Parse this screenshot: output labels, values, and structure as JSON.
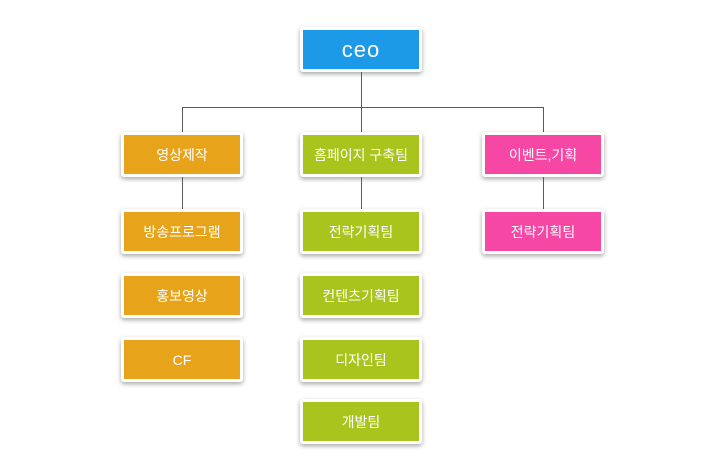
{
  "diagram": {
    "title": "organization-chart",
    "background": "#ffffff",
    "line_color": "#5a5a5a",
    "text_color": "#ffffff",
    "root": {
      "id": "ceo",
      "label": "ceo",
      "color": "#1c9ae8"
    },
    "branches": [
      {
        "id": "video-production",
        "color": "#e7a41a",
        "nodes": [
          {
            "label": "영상제작",
            "connected_to_next": true
          },
          {
            "label": "방송프로그램",
            "connected_to_next": false
          },
          {
            "label": "홍보영상",
            "connected_to_next": false
          },
          {
            "label": "CF",
            "connected_to_next": false
          }
        ]
      },
      {
        "id": "homepage-team",
        "color": "#aac41e",
        "nodes": [
          {
            "label": "홈페이지 구축팀",
            "connected_to_next": true
          },
          {
            "label": "전략기획팀",
            "connected_to_next": false
          },
          {
            "label": "컨텐츠기획팀",
            "connected_to_next": false
          },
          {
            "label": "디자인팀",
            "connected_to_next": false
          },
          {
            "label": "개발팀",
            "connected_to_next": false
          }
        ]
      },
      {
        "id": "event-planning",
        "color": "#f747a4",
        "nodes": [
          {
            "label": "이벤트,기획",
            "connected_to_next": true
          },
          {
            "label": "전략기획팀",
            "connected_to_next": false
          }
        ]
      }
    ]
  }
}
